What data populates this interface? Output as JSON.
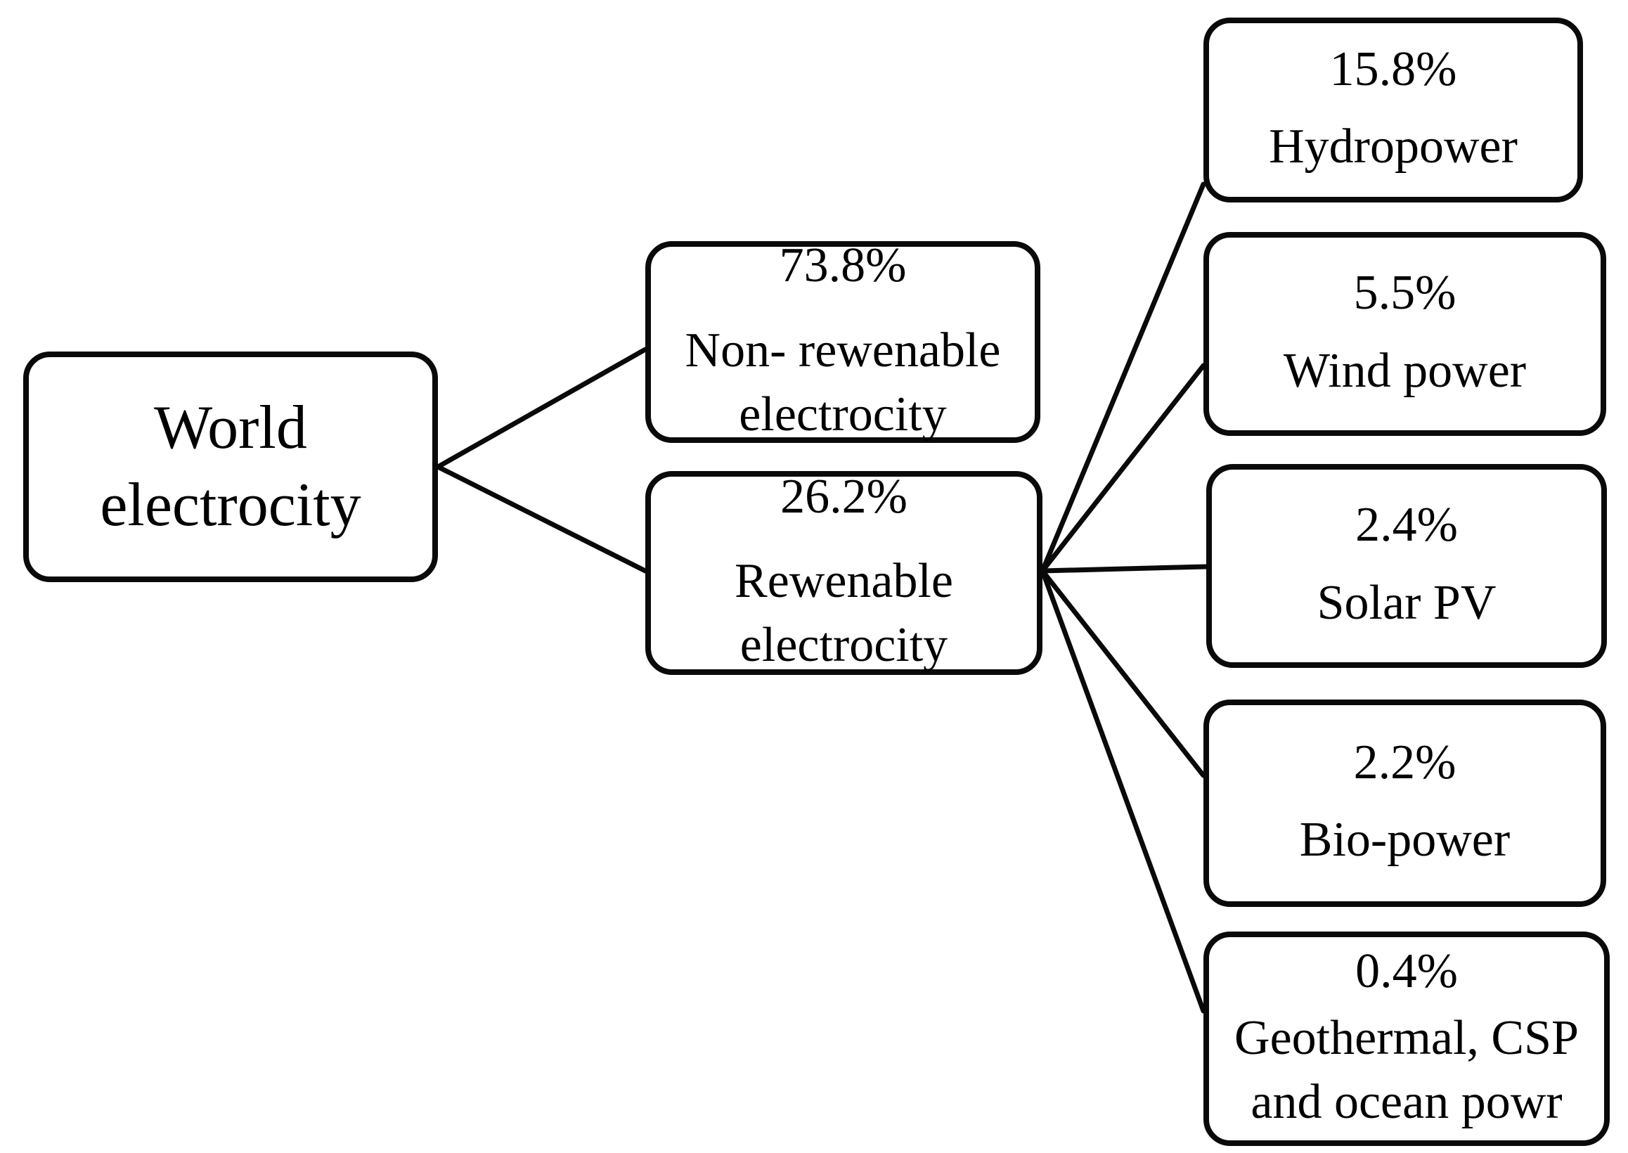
{
  "diagram": {
    "title": "World electricity sources tree",
    "colors": {
      "background": "#ffffff",
      "border": "#0a0a0a",
      "text": "#000000",
      "line": "#0a0a0a"
    },
    "nodes": {
      "root": {
        "id": "root",
        "label": "World\nelectrocity"
      },
      "non_renewable": {
        "id": "non_renewable",
        "percent": "73.8%",
        "label": "Non- rewenable\nelectrocity"
      },
      "renewable": {
        "id": "renewable",
        "percent": "26.2%",
        "label": "Rewenable\nelectrocity"
      },
      "hydropower": {
        "id": "hydropower",
        "percent": "15.8%",
        "label": "Hydropower"
      },
      "wind": {
        "id": "wind",
        "percent": "5.5%",
        "label": "Wind power"
      },
      "solar": {
        "id": "solar",
        "percent": "2.4%",
        "label": "Solar PV"
      },
      "bio": {
        "id": "bio",
        "percent": "2.2%",
        "label": "Bio-power"
      },
      "geothermal": {
        "id": "geothermal",
        "percent": "0.4%",
        "label": "Geothermal, CSP\nand ocean powr"
      }
    },
    "edges": [
      {
        "from": "root",
        "to": "non_renewable"
      },
      {
        "from": "root",
        "to": "renewable"
      },
      {
        "from": "renewable",
        "to": "hydropower"
      },
      {
        "from": "renewable",
        "to": "wind"
      },
      {
        "from": "renewable",
        "to": "solar"
      },
      {
        "from": "renewable",
        "to": "bio"
      },
      {
        "from": "renewable",
        "to": "geothermal"
      }
    ]
  }
}
